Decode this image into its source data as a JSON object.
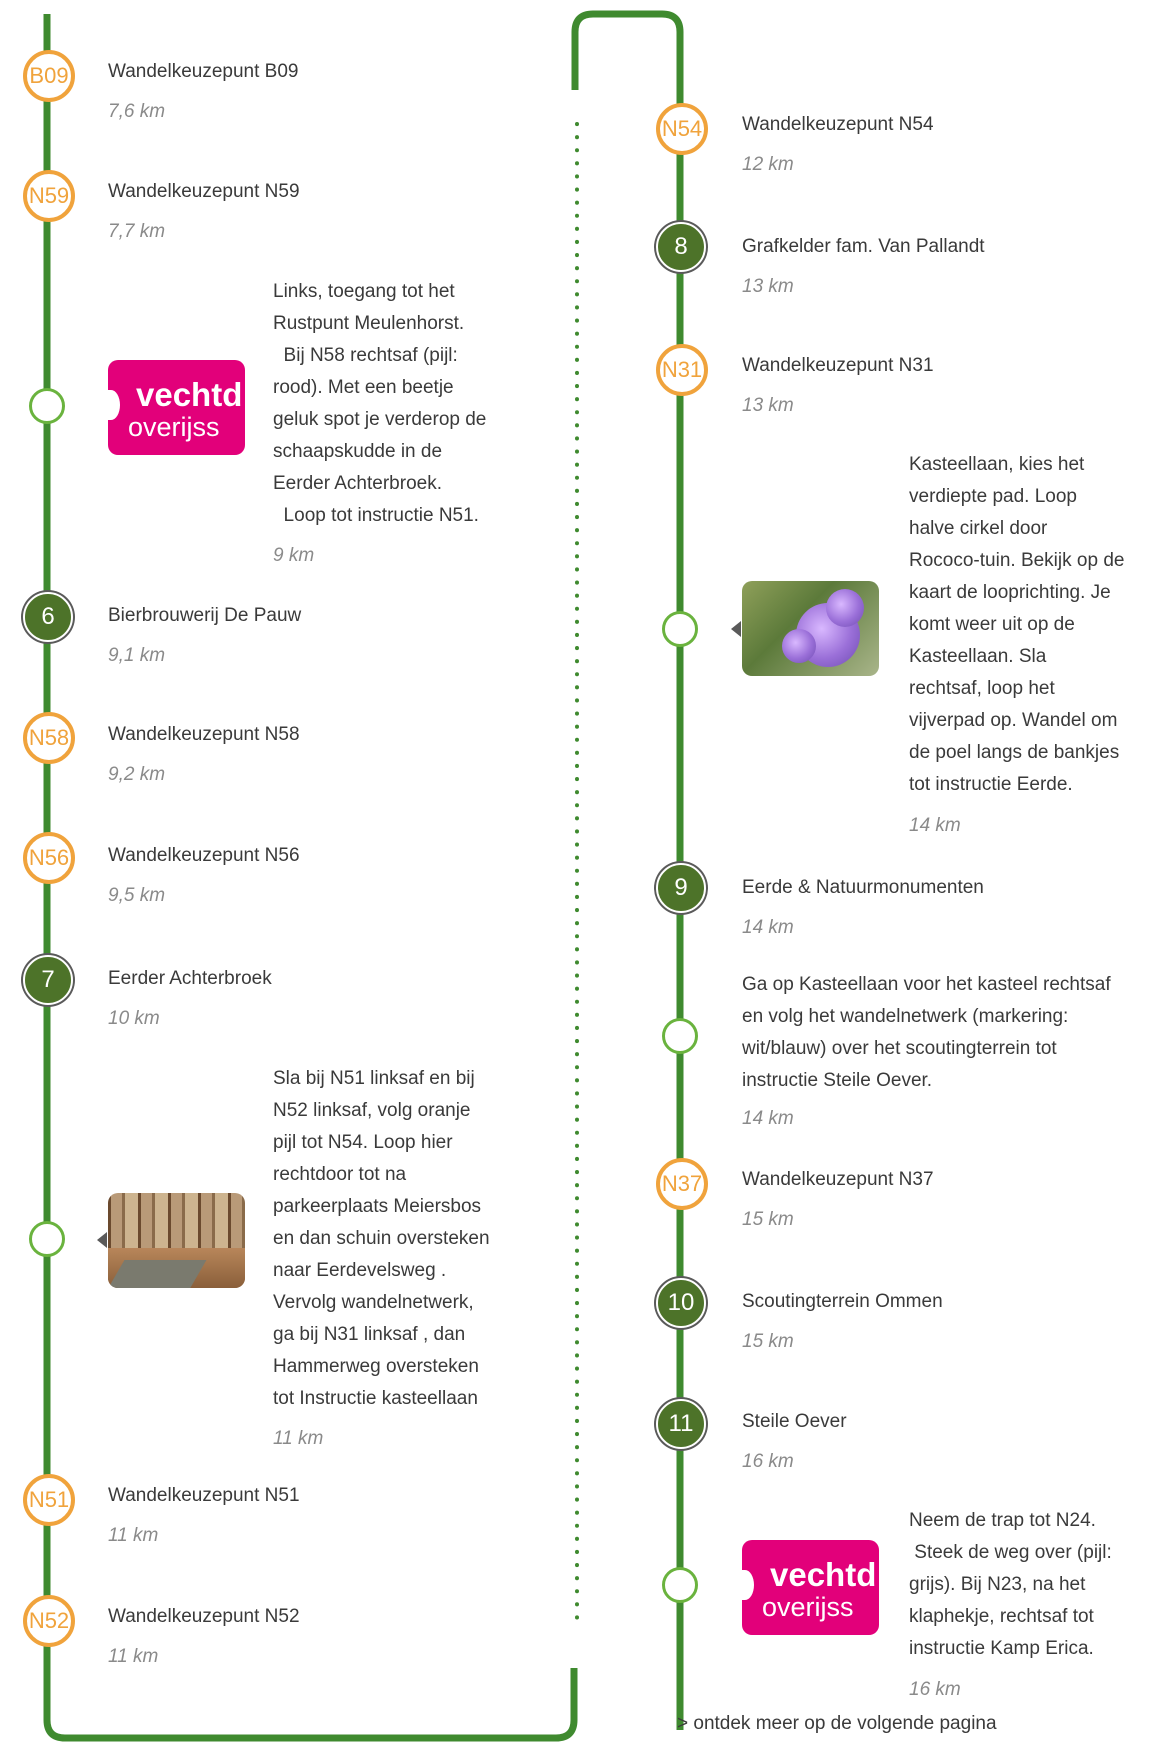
{
  "colors": {
    "route_line": "#3f8a2f",
    "node_stroke": "#f0a33c",
    "poi_fill": "#4d7329",
    "waypoint_stroke": "#6ab33e",
    "logo_bg": "#e2007a"
  },
  "left_column": {
    "stops": [
      {
        "badge": "B09",
        "kind": "node",
        "title": "Wandelkeuzepunt B09",
        "distance": "7,6 km"
      },
      {
        "badge": "N59",
        "kind": "node",
        "title": "Wandelkeuzepunt N59",
        "distance": "7,7 km"
      },
      {
        "kind": "instruction",
        "image": "vechtdal-overijssel-logo-icon",
        "logo_line1": "vechtd",
        "logo_line2": "overijss",
        "lines": [
          "Links, toegang tot het",
          "Rustpunt Meulenhorst.",
          "  Bij N58 rechtsaf (pijl:",
          "rood).  Met een beetje",
          "geluk spot je verderop de",
          "schaapskudde in de",
          "Eerder Achterbroek.",
          "  Loop tot instructie N51."
        ],
        "distance": "9 km"
      },
      {
        "badge": "6",
        "kind": "poi",
        "title": "Bierbrouwerij De Pauw",
        "distance": "9,1 km"
      },
      {
        "badge": "N58",
        "kind": "node",
        "title": "Wandelkeuzepunt N58",
        "distance": "9,2 km"
      },
      {
        "badge": "N56",
        "kind": "node",
        "title": "Wandelkeuzepunt N56",
        "distance": "9,5 km"
      },
      {
        "badge": "7",
        "kind": "poi",
        "title": "Eerder Achterbroek",
        "distance": "10 km"
      },
      {
        "kind": "instruction",
        "image": "forest-path-photo-icon",
        "lines": [
          "Sla bij N51 linksaf en bij",
          "N52 linksaf, volg oranje",
          "pijl tot N54. Loop hier",
          "rechtdoor tot na",
          "parkeerplaats Meiersbos",
          "en dan schuin oversteken",
          "naar Eerdevelsweg .",
          "Vervolg wandelnetwerk,",
          "ga bij N31 linksaf , dan",
          "Hammerweg oversteken",
          "tot Instructie kasteellaan"
        ],
        "distance": "11 km"
      },
      {
        "badge": "N51",
        "kind": "node",
        "title": "Wandelkeuzepunt N51",
        "distance": "11 km"
      },
      {
        "badge": "N52",
        "kind": "node",
        "title": "Wandelkeuzepunt N52",
        "distance": "11 km"
      }
    ]
  },
  "right_column": {
    "stops": [
      {
        "badge": "N54",
        "kind": "node",
        "title": "Wandelkeuzepunt N54",
        "distance": "12 km"
      },
      {
        "badge": "8",
        "kind": "poi",
        "title": "Grafkelder fam. Van Pallandt",
        "distance": "13 km"
      },
      {
        "badge": "N31",
        "kind": "node",
        "title": "Wandelkeuzepunt N31",
        "distance": "13 km"
      },
      {
        "kind": "instruction",
        "image": "rhododendron-photo-icon",
        "lines": [
          "Kasteellaan, kies het",
          "verdiepte pad.  Loop",
          "halve cirkel door",
          "Rococo-tuin.  Bekijk op de",
          "kaart de looprichting. Je",
          "komt weer uit op de",
          "Kasteellaan.   Sla",
          "rechtsaf, loop het",
          "vijverpad op. Wandel om",
          "de poel langs de bankjes",
          "tot instructie Eerde."
        ],
        "distance": "14 km"
      },
      {
        "badge": "9",
        "kind": "poi",
        "title": "Eerde & Natuurmonumenten",
        "distance": "14 km"
      },
      {
        "kind": "instruction",
        "lines": [
          "Ga op Kasteellaan voor het kasteel rechtsaf",
          "en volg het wandelnetwerk (markering:",
          "wit/blauw) over het scoutingterrein tot",
          "instructie Steile Oever."
        ],
        "distance": "14 km"
      },
      {
        "badge": "N37",
        "kind": "node",
        "title": "Wandelkeuzepunt N37",
        "distance": "15 km"
      },
      {
        "badge": "10",
        "kind": "poi",
        "title": "Scoutingterrein Ommen",
        "distance": "15 km"
      },
      {
        "badge": "11",
        "kind": "poi",
        "title": "Steile Oever",
        "distance": "16 km"
      },
      {
        "kind": "instruction",
        "image": "vechtdal-overijssel-logo-icon",
        "logo_line1": "vechtd",
        "logo_line2": "overijss",
        "lines": [
          "Neem de trap tot N24.",
          " Steek de weg over (pijl:",
          "grijs). Bij N23, na het",
          "klaphekje, rechtsaf tot",
          "instructie Kamp Erica."
        ],
        "distance": "16 km"
      }
    ]
  },
  "footer": {
    "text": "> ontdek meer op de volgende pagina"
  }
}
